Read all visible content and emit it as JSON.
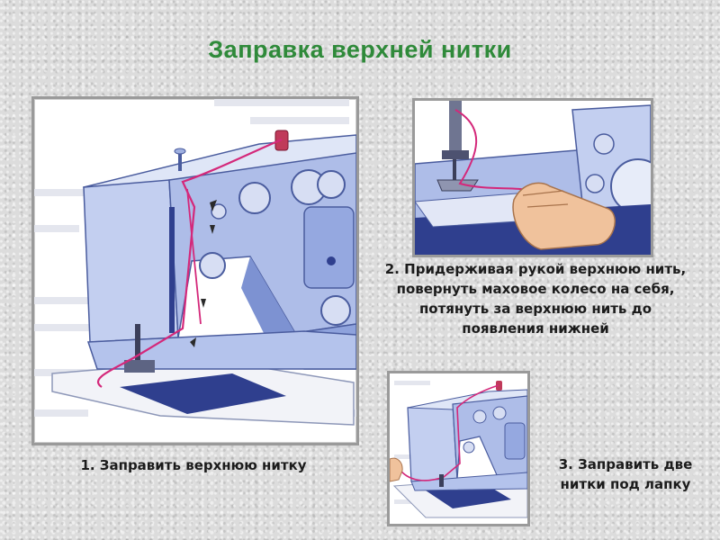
{
  "page": {
    "title": "Заправка верхней нитки"
  },
  "steps": [
    {
      "caption": "1. Заправить верхнюю нитку"
    },
    {
      "caption": "2. Придерживая рукой верхнюю нить, повернуть маховое колесо на себя, потянуть за верхнюю нить до появления нижней"
    },
    {
      "caption": "3. Заправить две нитки под лапку"
    }
  ],
  "colors": {
    "title": "#2f8a3a",
    "machine_body": "#b7c6ea",
    "machine_dark": "#3c55b4",
    "thread": "#d4287a",
    "frame_border": "#9a9a9a"
  },
  "icons": [
    "sewing-machine-illustration",
    "thread-spool-icon",
    "hand-illustration"
  ]
}
